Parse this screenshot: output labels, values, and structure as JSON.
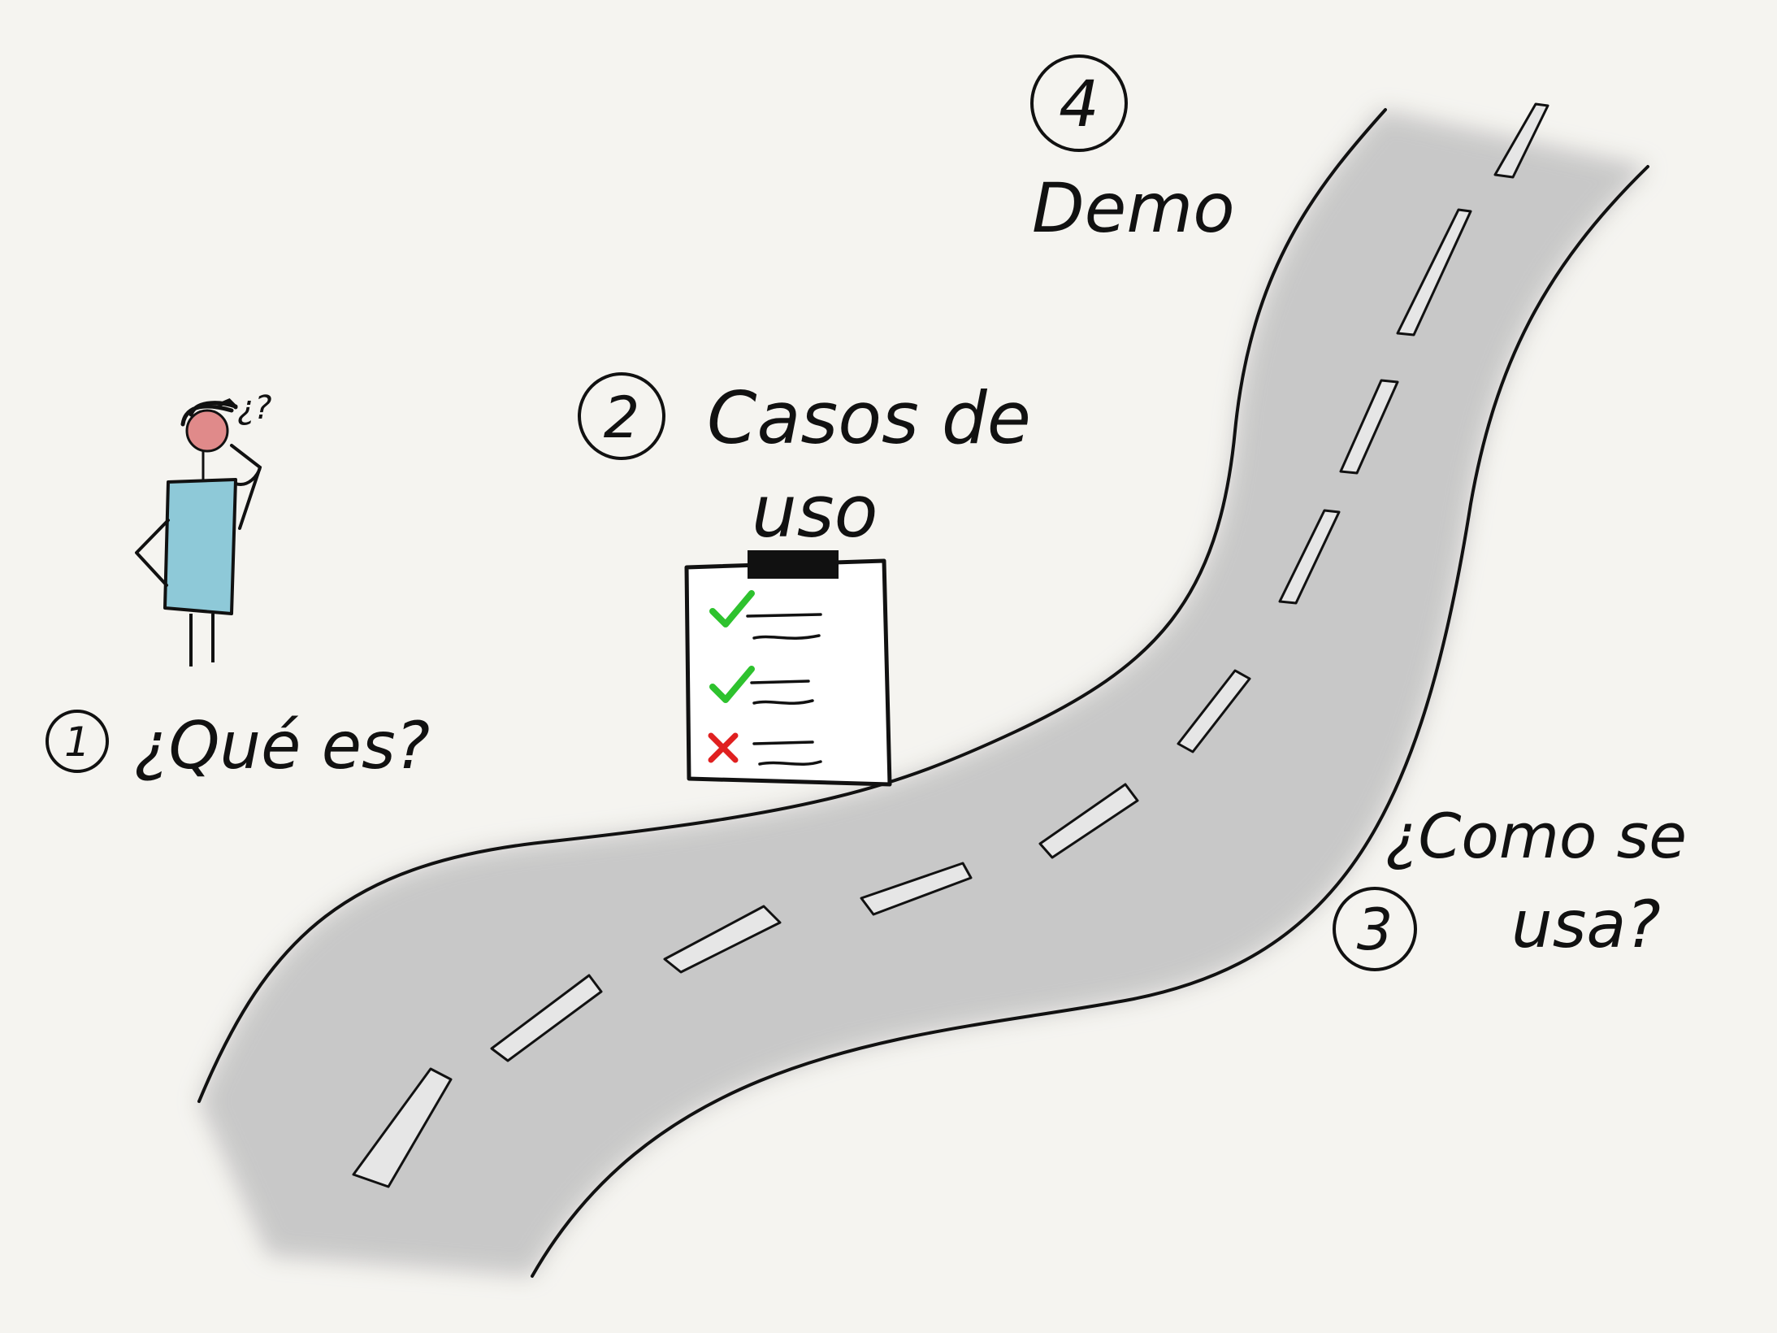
{
  "steps": [
    {
      "number": "1",
      "label": "¿Qué es?"
    },
    {
      "number": "2",
      "label_line1": "Casos de",
      "label_line2": "uso"
    },
    {
      "number": "3",
      "label_line1": "¿Como se",
      "label_line2": "usa?"
    },
    {
      "number": "4",
      "label": "Demo"
    }
  ],
  "figure": {
    "thought": "¿?"
  },
  "checklist": {
    "items": [
      "done",
      "done",
      "failed"
    ]
  },
  "colors": {
    "background": "#f5f4f0",
    "road": "#c9c9c9",
    "ink": "#111111",
    "check": "#2ec22e",
    "cross": "#e02020",
    "shirt": "#8ec9d8",
    "face": "#e08a8a"
  },
  "icons": [
    "person-icon",
    "clipboard-icon",
    "check-icon",
    "cross-icon",
    "road-icon"
  ]
}
